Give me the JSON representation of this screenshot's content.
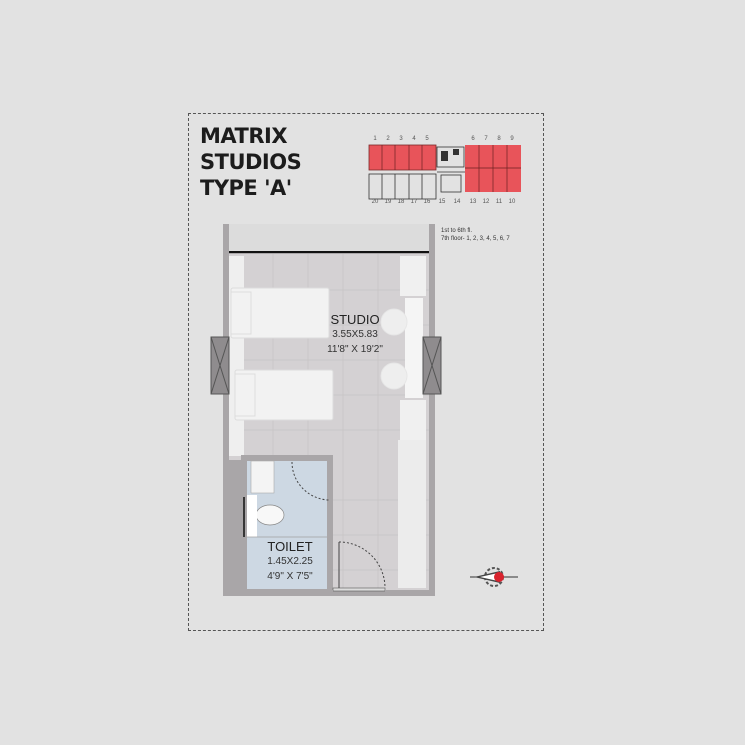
{
  "title": {
    "line1": "MATRIX",
    "line2": "STUDIOS",
    "line3": "TYPE 'A'"
  },
  "key_plan": {
    "top_units": [
      "1",
      "2",
      "3",
      "4",
      "5",
      "6",
      "7",
      "8",
      "9"
    ],
    "bottom_units": [
      "20",
      "19",
      "18",
      "17",
      "16",
      "15",
      "14",
      "13",
      "12",
      "11",
      "10"
    ],
    "highlight_color": "#e8545a",
    "floor_note_line1": "1st to 6th fl.",
    "floor_note_line2": "7th floor- 1, 2, 3, 4, 5, 6, 7"
  },
  "rooms": {
    "studio": {
      "name": "STUDIO",
      "dim_metric": "3.55X5.83",
      "dim_imperial": "11'8\" X 19'2\""
    },
    "toilet": {
      "name": "TOILET",
      "dim_metric": "1.45X2.25",
      "dim_imperial": "4'9\" X 7'5\""
    }
  },
  "colors": {
    "background": "#e2e2e2",
    "wall": "#a9a6a8",
    "studio_floor": "#d4d1d3",
    "toilet_floor": "#cdd8e3",
    "furniture": "#f1f1f1",
    "accent_red": "#d9232e"
  },
  "compass": {
    "icon": "north-arrow-compass"
  }
}
